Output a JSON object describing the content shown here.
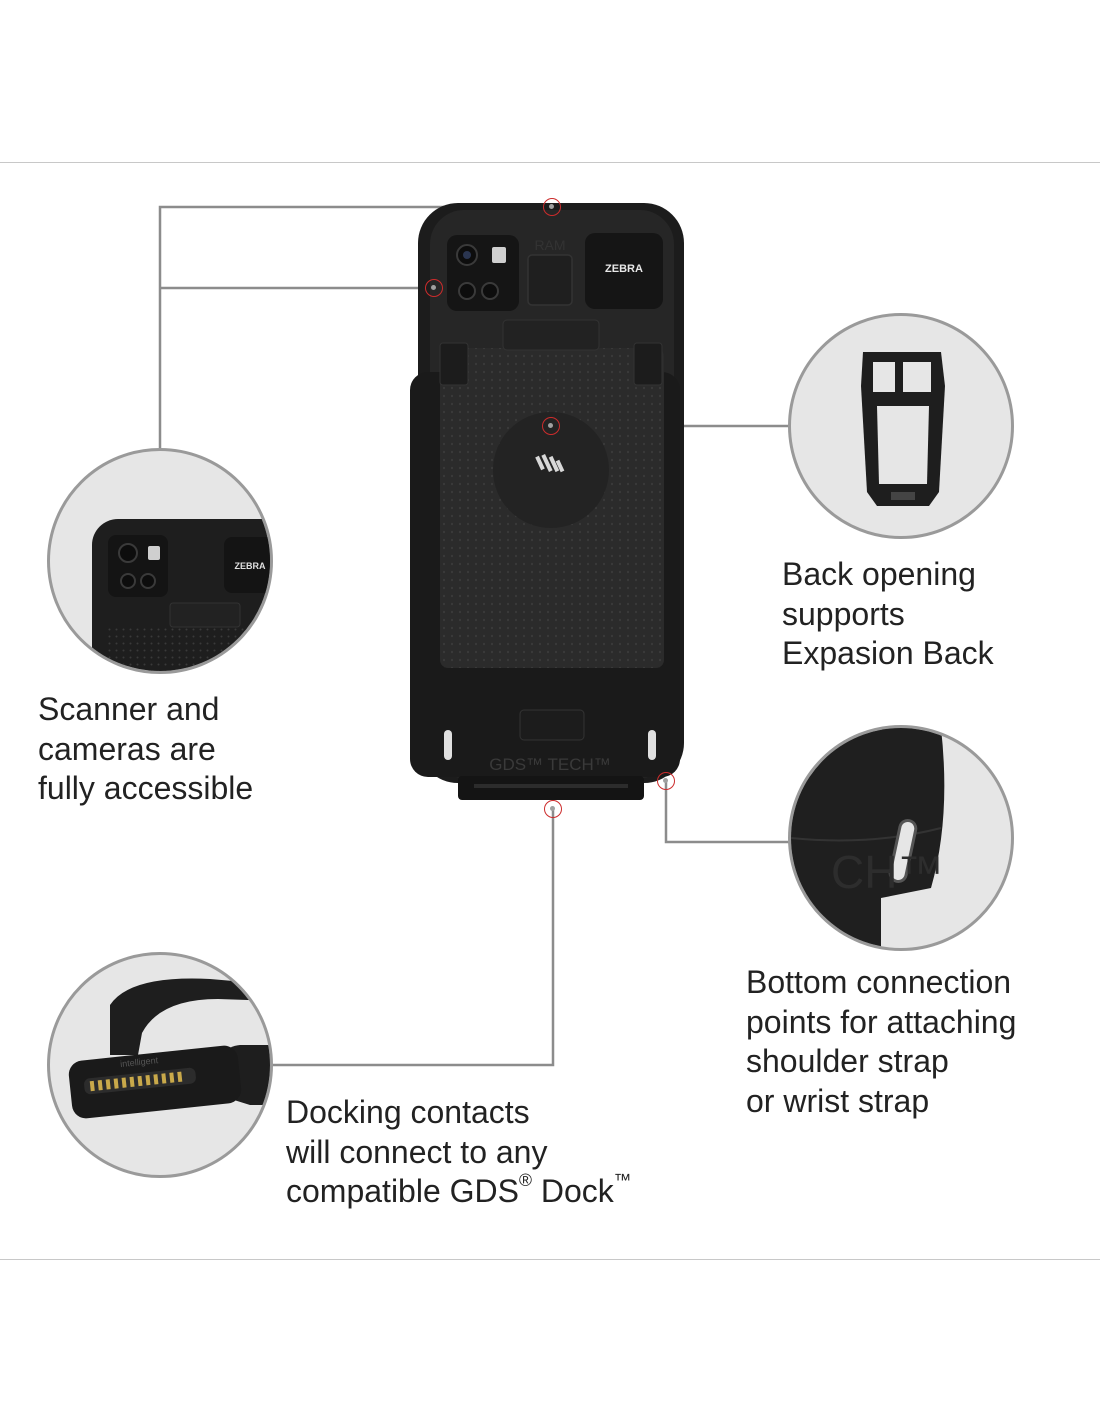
{
  "callouts": {
    "scanner": [
      "Scanner and",
      "cameras are",
      "fully accessible"
    ],
    "back_opening": [
      "Back opening",
      "supports",
      "Expasion Back"
    ],
    "bottom_connection": [
      "Bottom connection",
      "points for attaching",
      "shoulder strap",
      "or wrist strap"
    ],
    "docking": {
      "line1": "Docking contacts",
      "line2": "will connect to any",
      "line3_prefix": "compatible GDS",
      "line3_reg": "®",
      "line3_mid": " Dock",
      "line3_tm": "™"
    }
  },
  "device": {
    "brand_label": "ZEBRA",
    "bottom_label": "GDS™ TECH™",
    "top_label": "RAM"
  },
  "detail_labels": {
    "scanner_brand": "ZEBRA",
    "tech_fragment": "CH™",
    "connector_text": "intelligent"
  },
  "colors": {
    "device_body": "#1e1e1e",
    "callout_dot": "#cc2c2c",
    "leader_line": "#8c8c8c",
    "detail_circle_bg": "#e6e6e6"
  }
}
